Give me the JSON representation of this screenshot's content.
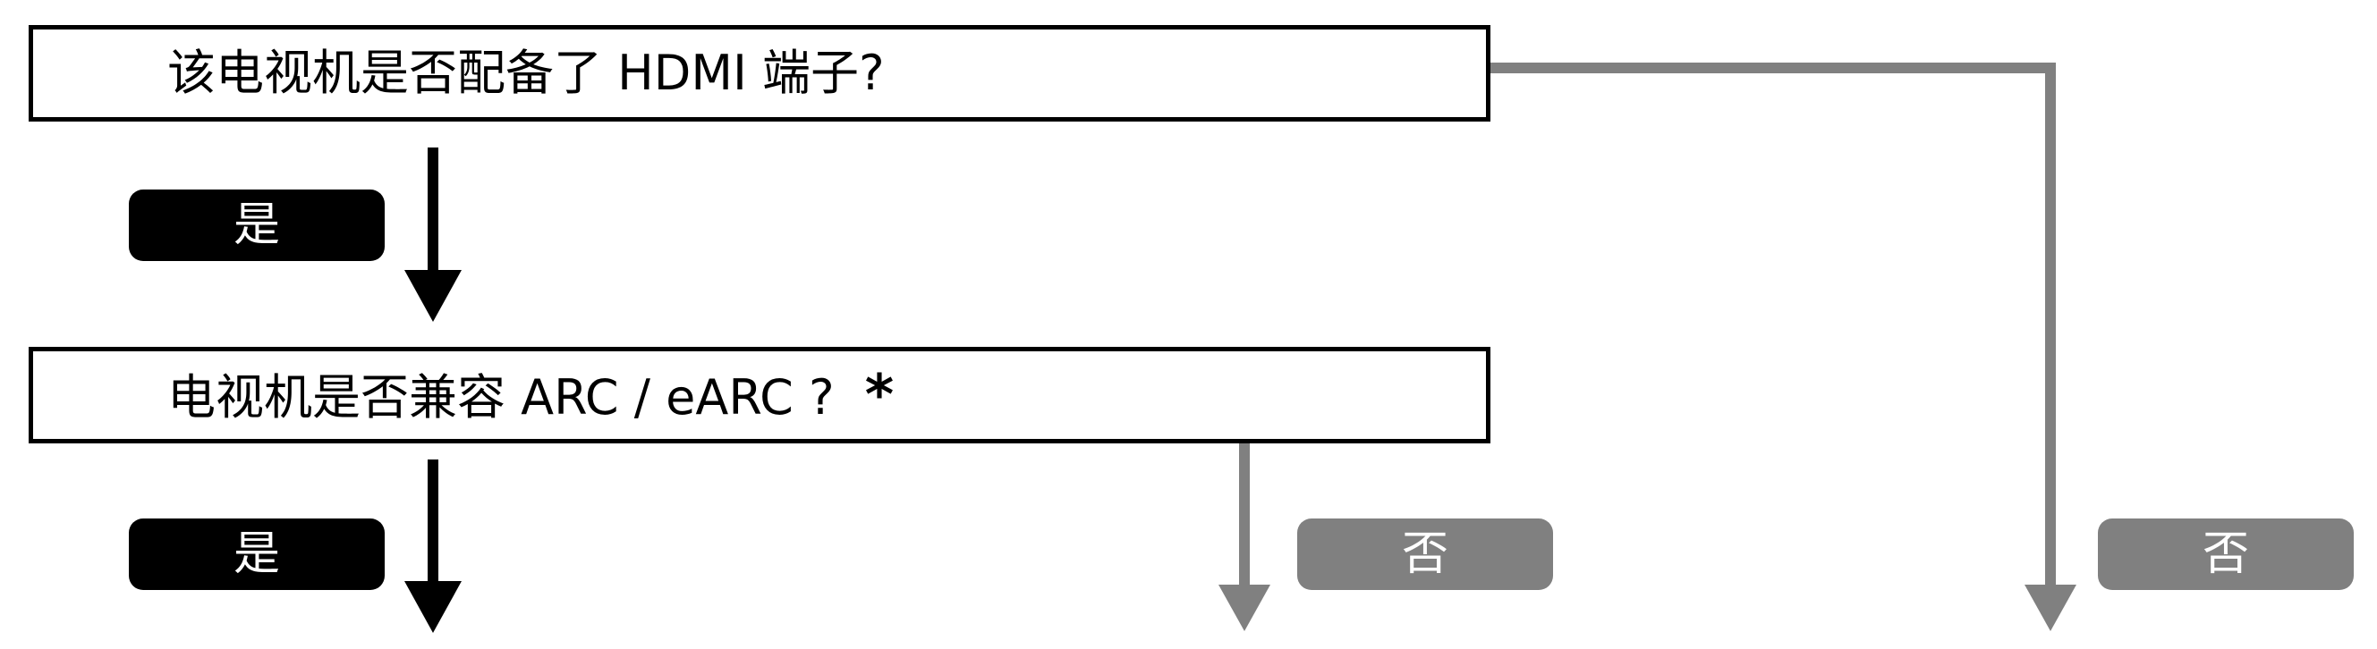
{
  "questions": {
    "hdmi": "该电视机是否配备了 HDMI 端子?",
    "arc": "电视机是否兼容 ARC / eARC ?",
    "arc_marker": "*"
  },
  "labels": {
    "yes": "是",
    "no": "否"
  },
  "colors": {
    "primary": "#000000",
    "secondary": "#808080",
    "background": "#ffffff"
  }
}
